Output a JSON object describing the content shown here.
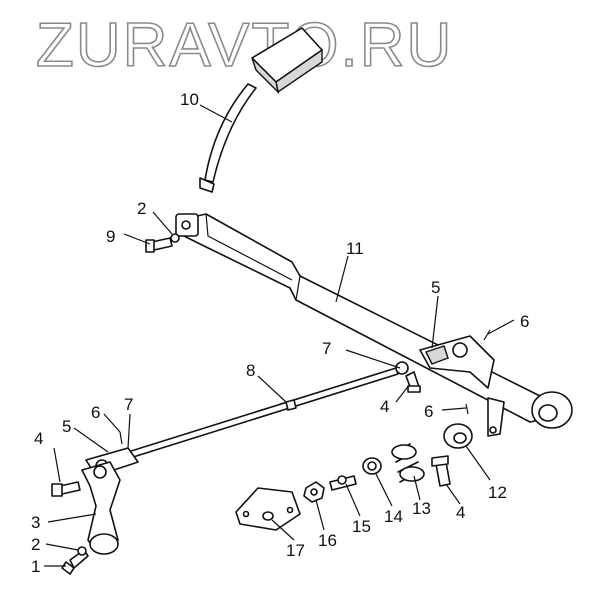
{
  "watermark": {
    "text": "ZURAVTO.RU"
  },
  "callouts": [
    {
      "id": "c10",
      "label": "10"
    },
    {
      "id": "c2a",
      "label": "2"
    },
    {
      "id": "c9",
      "label": "9"
    },
    {
      "id": "c11",
      "label": "11"
    },
    {
      "id": "c5a",
      "label": "5"
    },
    {
      "id": "c6a",
      "label": "6"
    },
    {
      "id": "c7a",
      "label": "7"
    },
    {
      "id": "c8",
      "label": "8"
    },
    {
      "id": "c4a",
      "label": "4"
    },
    {
      "id": "c6b",
      "label": "6"
    },
    {
      "id": "c6c",
      "label": "6"
    },
    {
      "id": "c7b",
      "label": "7"
    },
    {
      "id": "c5b",
      "label": "5"
    },
    {
      "id": "c4b",
      "label": "4"
    },
    {
      "id": "c3",
      "label": "3"
    },
    {
      "id": "c2b",
      "label": "2"
    },
    {
      "id": "c1",
      "label": "1"
    },
    {
      "id": "c13",
      "label": "13"
    },
    {
      "id": "c12",
      "label": "12"
    },
    {
      "id": "c4c",
      "label": "4"
    },
    {
      "id": "c14",
      "label": "14"
    },
    {
      "id": "c15",
      "label": "15"
    },
    {
      "id": "c16",
      "label": "16"
    },
    {
      "id": "c17",
      "label": "17"
    }
  ]
}
